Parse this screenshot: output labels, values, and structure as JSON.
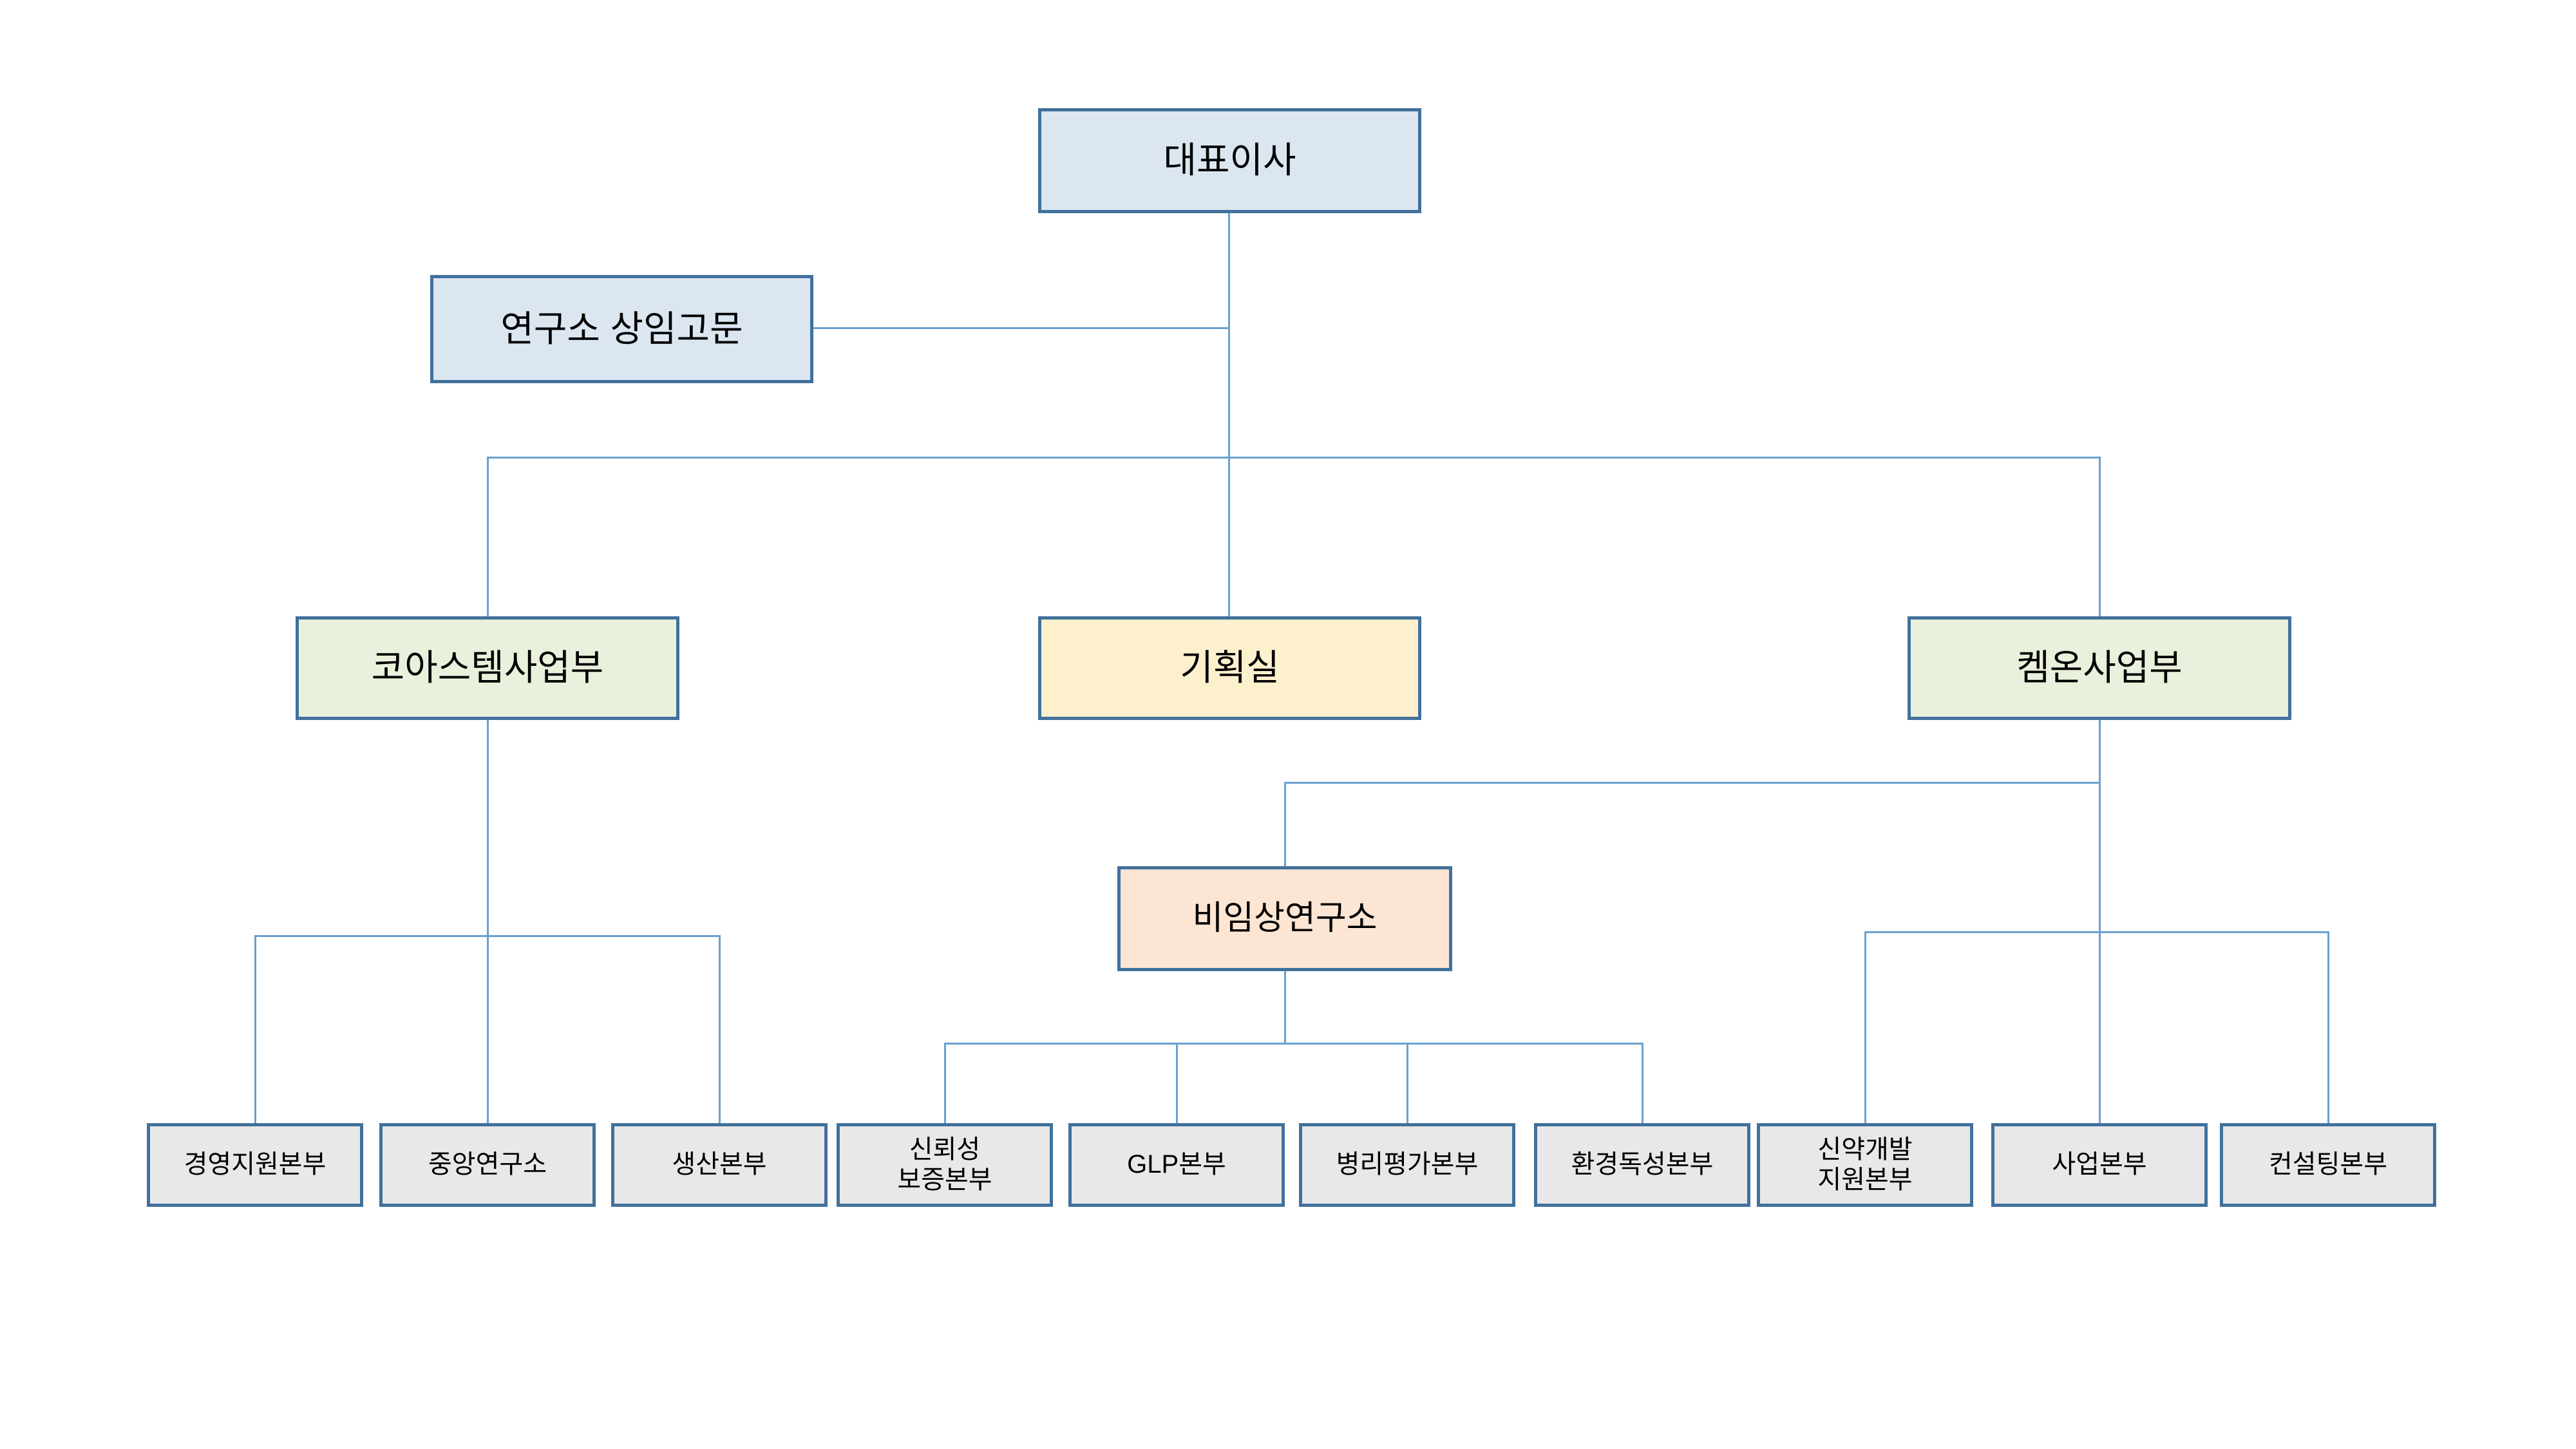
{
  "colors": {
    "executive_fill": "#dce6f1",
    "division_fill": "#e9f0db",
    "office_fill": "#fdf0cd",
    "research_fill": "#fce5d3",
    "department_fill": "#e9e8e8",
    "box_border": "#41719c",
    "connector_line": "#6aa0cf"
  },
  "nodes": {
    "ceo": {
      "label": "대표이사"
    },
    "advisor": {
      "label": "연구소 상임고문"
    },
    "coastem_division": {
      "label": "코아스템사업부"
    },
    "planning_office": {
      "label": "기획실"
    },
    "chemon_division": {
      "label": "켐온사업부"
    },
    "nonclinical_research": {
      "label": "비임상연구소"
    },
    "management_support": {
      "label": "경영지원본부"
    },
    "central_research": {
      "label": "중앙연구소"
    },
    "production": {
      "label": "생산본부"
    },
    "reliability_assurance": {
      "label": "신뢰성\n보증본부"
    },
    "glp": {
      "label": "GLP본부"
    },
    "pathology_evaluation": {
      "label": "병리평가본부"
    },
    "environmental_toxicity": {
      "label": "환경독성본부"
    },
    "newdrug_support": {
      "label": "신약개발\n지원본부"
    },
    "business": {
      "label": "사업본부"
    },
    "consulting": {
      "label": "컨설팅본부"
    }
  }
}
